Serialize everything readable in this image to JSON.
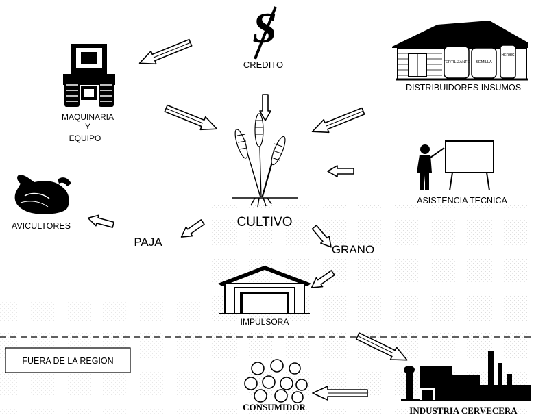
{
  "colors": {
    "ink": "#000000",
    "paper": "#ffffff",
    "stipple": "#d6d6d6"
  },
  "labels": {
    "credito": "CREDITO",
    "maquinaria_1": "MAQUINARIA",
    "maquinaria_2": "Y",
    "maquinaria_3": "EQUIPO",
    "distribuidores": "DISTRIBUIDORES INSUMOS",
    "asistencia": "ASISTENCIA TECNICA",
    "avicultores": "AVICULTORES",
    "cultivo": "CULTIVO",
    "paja": "PAJA",
    "grano": "GRANO",
    "impulsora": "IMPULSORA",
    "fuera_region": "FUERA DE LA REGION",
    "consumidor": "CONSUMIDOR",
    "industria": "INDUSTRIA CERVECERA"
  },
  "sack_labels": [
    "FERTILIZANTE",
    "SEMILLA",
    "HERBIC"
  ],
  "icons": [
    "dollar-sign-icon",
    "tractor-icon",
    "store-building-icon",
    "wheat-plant-icon",
    "instructor-board-icon",
    "hen-icon",
    "warehouse-icon",
    "consumers-crowd-icon",
    "brewery-factory-icon"
  ]
}
